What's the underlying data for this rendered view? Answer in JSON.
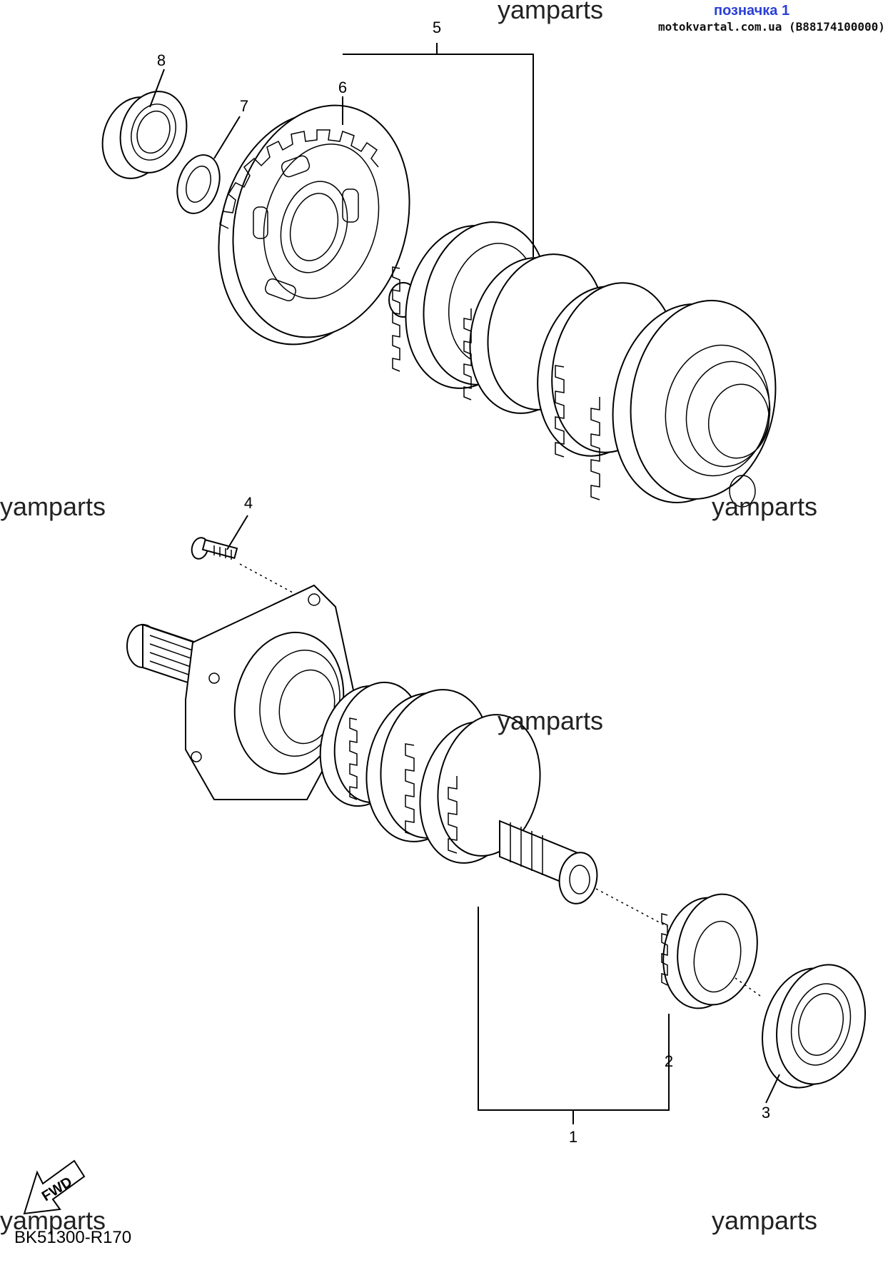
{
  "header": {
    "label": "позначка 1",
    "source": "motokvartal.com.ua (B88174100000)"
  },
  "watermark": "yamparts",
  "diagram_code": "BK51300-R170",
  "fwd_label": "FWD",
  "callouts": {
    "c1": "1",
    "c2": "2",
    "c3": "3",
    "c4": "4",
    "c5": "5",
    "c6": "6",
    "c7": "7",
    "c8": "8"
  }
}
